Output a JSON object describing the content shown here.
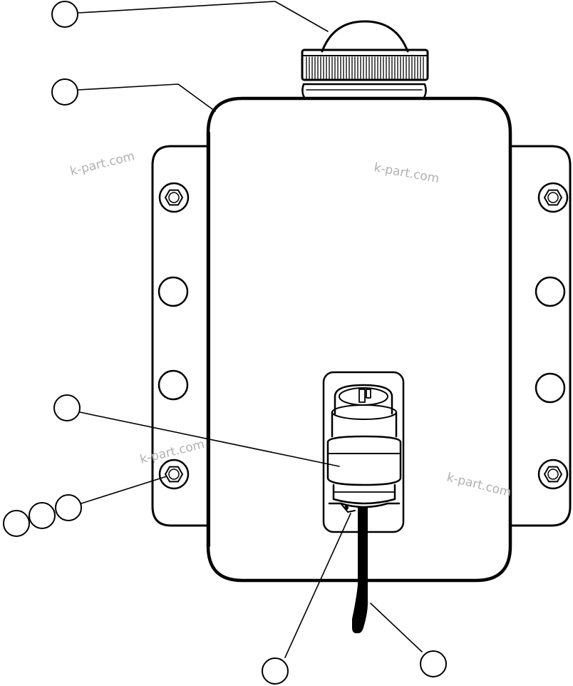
{
  "watermark": {
    "text": "k-part.com",
    "color": "#b0b0b0"
  },
  "colors": {
    "line": "#000000",
    "background": "#ffffff"
  },
  "callouts": [
    {
      "id": "cap",
      "label": ""
    },
    {
      "id": "tank",
      "label": ""
    },
    {
      "id": "pump",
      "label": ""
    },
    {
      "id": "bolt",
      "label": ""
    },
    {
      "id": "washer",
      "label": ""
    },
    {
      "id": "nut",
      "label": ""
    },
    {
      "id": "grommet",
      "label": ""
    },
    {
      "id": "hose",
      "label": ""
    }
  ]
}
